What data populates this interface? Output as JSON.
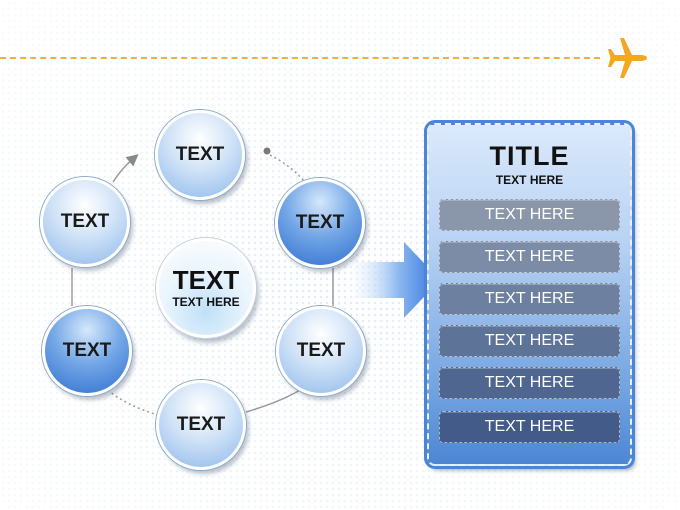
{
  "cycle": {
    "nodes": [
      {
        "label": "TEXT"
      },
      {
        "label": "TEXT"
      },
      {
        "label": "TEXT"
      },
      {
        "label": "TEXT"
      },
      {
        "label": "TEXT"
      },
      {
        "label": "TEXT"
      }
    ],
    "center": {
      "title": "TEXT",
      "subtitle": "TEXT HERE"
    }
  },
  "panel": {
    "title": "TITLE",
    "subtitle": "TEXT HERE",
    "rows": [
      {
        "label": "TEXT HERE",
        "color": "#8a96aa"
      },
      {
        "label": "TEXT HERE",
        "color": "#7d8ca6"
      },
      {
        "label": "TEXT HERE",
        "color": "#6d80a0"
      },
      {
        "label": "TEXT HERE",
        "color": "#5e7398"
      },
      {
        "label": "TEXT HERE",
        "color": "#4f6690"
      },
      {
        "label": "TEXT HERE",
        "color": "#425b88"
      }
    ]
  },
  "colors": {
    "accent_line": "#f0b040",
    "plane": "#f5a623",
    "arrow": "#3d7fe0"
  }
}
